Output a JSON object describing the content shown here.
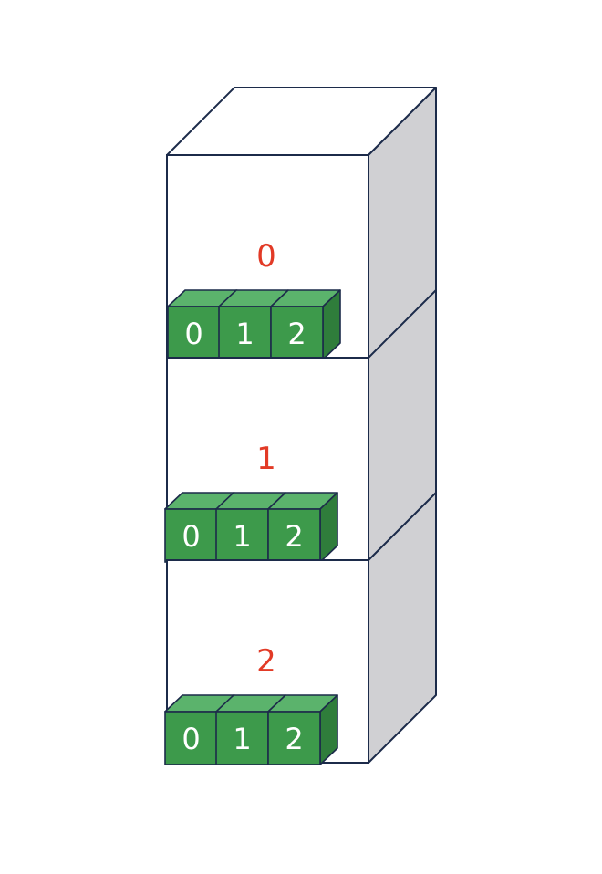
{
  "colors": {
    "background": "#ffffff",
    "outline": "#1c2b4a",
    "block_front": "#ffffff",
    "block_top": "#ffffff",
    "block_side": "#d0d0d3",
    "cube_front": "#3d9a4b",
    "cube_top": "#5bb36c",
    "cube_side": "#2f7d3b",
    "cube_text": "#ffffff",
    "index_text": "#e23a26"
  },
  "blocks": [
    {
      "index_label": "0",
      "cells": [
        "0",
        "1",
        "2"
      ]
    },
    {
      "index_label": "1",
      "cells": [
        "0",
        "1",
        "2"
      ]
    },
    {
      "index_label": "2",
      "cells": [
        "0",
        "1",
        "2"
      ]
    }
  ]
}
